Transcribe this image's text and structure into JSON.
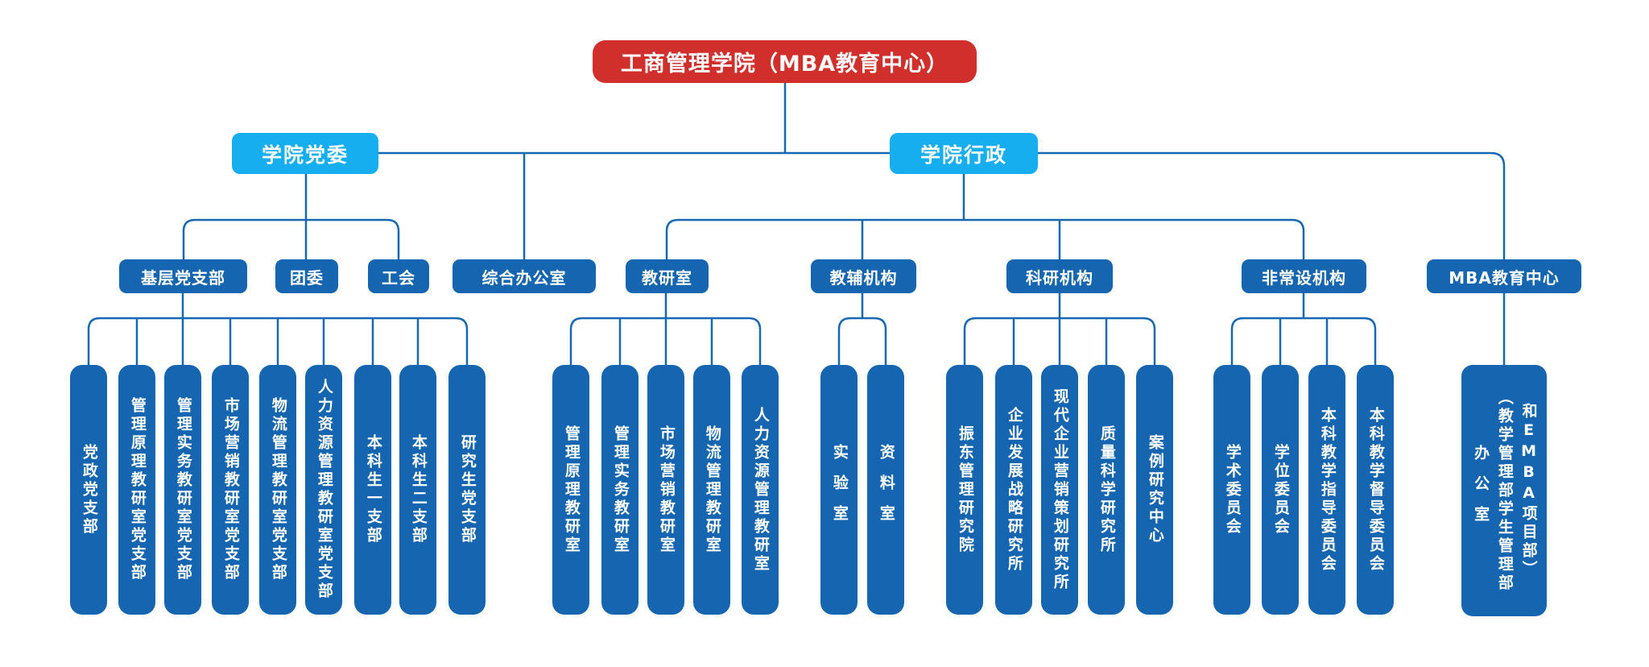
{
  "colors": {
    "root": "#d02f2b",
    "branch": "#17aeef",
    "node": "#1565b0",
    "line": "#1668b2",
    "text": "#ffffff"
  },
  "root": {
    "label": "工商管理学院（MBA教育中心）"
  },
  "branches": [
    {
      "id": "dangwei",
      "label": "学院党委"
    },
    {
      "id": "xingzheng",
      "label": "学院行政"
    }
  ],
  "departments": [
    {
      "id": "jiceng",
      "label": "基层党支部",
      "parent": "dangwei"
    },
    {
      "id": "tuanwei",
      "label": "团委",
      "parent": "dangwei"
    },
    {
      "id": "gonghui",
      "label": "工会",
      "parent": "dangwei"
    },
    {
      "id": "zongheban",
      "label": "综合办公室",
      "parent": "root"
    },
    {
      "id": "jiaoyanshi",
      "label": "教研室",
      "parent": "xingzheng"
    },
    {
      "id": "jiaofu",
      "label": "教辅机构",
      "parent": "xingzheng"
    },
    {
      "id": "keyan",
      "label": "科研机构",
      "parent": "xingzheng"
    },
    {
      "id": "feichangshe",
      "label": "非常设机构",
      "parent": "xingzheng"
    },
    {
      "id": "mba",
      "label": "MBA教育中心",
      "parent": "root"
    }
  ],
  "groups": [
    {
      "parent": "jiceng",
      "items": [
        "党政党支部",
        "管理原理教研室党支部",
        "管理实务教研室党支部",
        "市场营销教研室党支部",
        "物流管理教研室党支部",
        "人力资源管理教研室党支部",
        "本科生一支部",
        "本科生二支部",
        "研究生党支部"
      ]
    },
    {
      "parent": "jiaoyanshi",
      "items": [
        "管理原理教研室",
        "管理实务教研室",
        "市场营销教研室",
        "物流管理教研室",
        "人力资源管理教研室"
      ]
    },
    {
      "parent": "jiaofu",
      "items": [
        "实验室",
        "资料室"
      ]
    },
    {
      "parent": "keyan",
      "items": [
        "振东管理研究院",
        "企业发展战略研究所",
        "现代企业营销策划研究所",
        "质量科学研究所",
        "案例研究中心"
      ]
    },
    {
      "parent": "feichangshe",
      "items": [
        "学术委员会",
        "学位委员会",
        "本科教学指导委员会",
        "本科教学督导委员会"
      ]
    },
    {
      "parent": "mba",
      "wide": true,
      "label": "办公室（教学管理部学生管理部和EMBA项目部）",
      "columns": [
        "办公室",
        "（教学管理部学生管理部",
        "和EMBA项目部）"
      ]
    }
  ]
}
